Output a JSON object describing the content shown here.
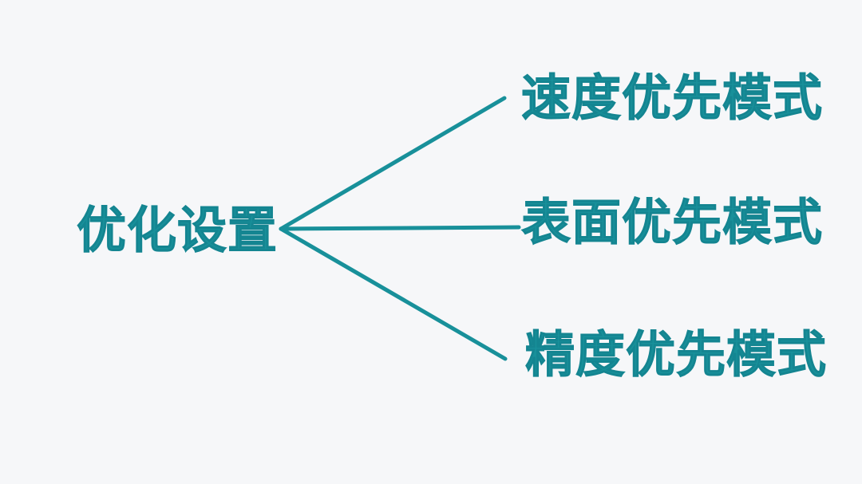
{
  "diagram": {
    "root": {
      "label": "优化设置"
    },
    "branches": [
      {
        "label": "速度优先模式"
      },
      {
        "label": "表面优先模式"
      },
      {
        "label": "精度优先模式"
      }
    ],
    "colors": {
      "accent": "#18909a",
      "background": "#f6f7f9"
    }
  }
}
